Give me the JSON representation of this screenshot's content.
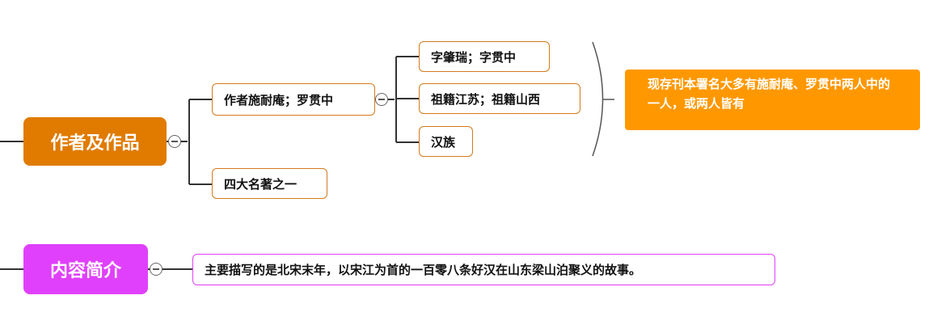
{
  "branches": {
    "author_works": {
      "label": "作者及作品",
      "color": "#e07b00",
      "children": {
        "author": "作者施耐庵；罗贯中",
        "classic": "四大名著之一"
      },
      "author_details": [
        "字肇瑞；字贯中",
        "祖籍江苏；祖籍山西",
        "汉族"
      ],
      "summary": "现存刊本署名大多有施耐庵、罗贯中两人中的一人，或两人皆有"
    },
    "content": {
      "label": "内容简介",
      "color": "#e040fb",
      "description": "主要描写的是北宋末年，以宋江为首的一百零八条好汉在山东梁山泊聚义的故事。"
    }
  },
  "icons": {
    "collapse": "minus-circle-icon"
  }
}
